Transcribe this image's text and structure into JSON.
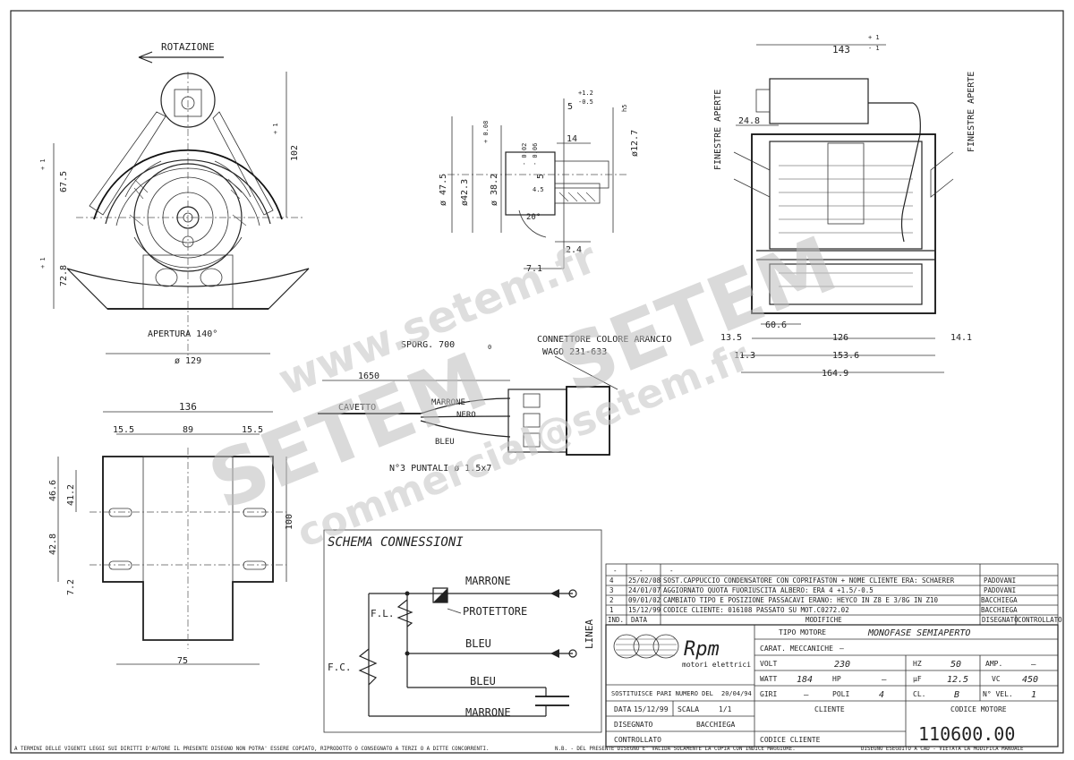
{
  "labels": {
    "rotation": "ROTAZIONE",
    "opening": "APERTURA 140°",
    "windows_open": "FINESTRE APERTE",
    "connector_color": "CONNETTORE COLORE ARANCIO",
    "wago": "WAGO 231-633",
    "protrusion": "SPORG. 700",
    "protrusion_tol": "0",
    "cable": "CAVETTO",
    "cable_len": "1650",
    "tips": "N°3 PUNTALI ø 1.5x7",
    "wire_brown": "MARRONE",
    "wire_black": "NERO",
    "wire_blue": "BLEU"
  },
  "dimensions": {
    "front": {
      "top": "102",
      "upper": "67.5",
      "lower": "72.8",
      "dia": "ø 129",
      "tol_plus": "+ 1",
      "tol_minus": "- 1"
    },
    "shaft": {
      "d475": "ø 47.5",
      "d423": "ø42.3",
      "d382": "ø 38.2",
      "d127": "ø12.7",
      "len5": "5",
      "len5_tol_p": "+1.2",
      "len5_tol_m": "-0.5",
      "len14": "14",
      "len24": "2.4",
      "len71": "7.1",
      "len45": "4.5",
      "angle": "20°",
      "tol_p008": "+ 0.08",
      "tol_0": "0",
      "tol_m002": "- 0.02",
      "tol_m006": "- 0.06",
      "tol_h5": "h5",
      "len5b": "5"
    },
    "side": {
      "overall": "143",
      "d248": "24.8",
      "d60": "60.6",
      "d126": "126",
      "d1536": "153.6",
      "d1649": "164.9",
      "d135": "13.5",
      "d113": "11.3",
      "d141": "14.1",
      "tol_p": "+ 1",
      "tol_m": "- 1"
    },
    "base": {
      "w136": "136",
      "w89": "89",
      "w155a": "15.5",
      "w155b": "15.5",
      "w75": "75",
      "h466": "46.6",
      "h412": "41.2",
      "h428": "42.8",
      "h72": "7.2",
      "h100": "100"
    }
  },
  "schema": {
    "title": "SCHEMA CONNESSIONI",
    "brown1": "MARRONE",
    "protector": "PROTETTORE",
    "blue1": "BLEU",
    "blue2": "BLEU",
    "brown2": "MARRONE",
    "fl": "F.L.",
    "fc": "F.C.",
    "line": "LINEA"
  },
  "revisions": {
    "rows": [
      {
        "ind": "-",
        "date": "-",
        "text": "-",
        "by": ""
      },
      {
        "ind": "4",
        "date": "25/02/08",
        "text": "SOST.CAPPUCCIO CONDENSATORE CON COPRIFASTON + NOME CLIENTE ERA: SCHAERER",
        "by": "PADOVANI"
      },
      {
        "ind": "3",
        "date": "24/01/07",
        "text": "AGGIORNATO QUOTA FUORIUSCITA ALBERO: ERA 4 +1.5/-0.5",
        "by": "PADOVANI"
      },
      {
        "ind": "2",
        "date": "09/01/02",
        "text": "CAMBIATO TIPO E POSIZIONE PASSACAVI ERANO: HEYCO IN Z8 E 3/8G IN Z10",
        "by": "BACCHIEGA"
      },
      {
        "ind": "1",
        "date": "15/12/99",
        "text": "CODICE CLIENTE: 016108 PASSATO SU MOT.C0272.02",
        "by": "BACCHIEGA"
      }
    ],
    "headers": {
      "ind": "IND.",
      "date": "DATA",
      "mods": "MODIFICHE",
      "drawn": "DISEGNATO",
      "checked": "CONTROLLATO"
    }
  },
  "titleblock": {
    "logo_text": "Rpm",
    "logo_sub": "motori elettrici",
    "motor_type_label": "TIPO MOTORE",
    "motor_type": "MONOFASE SEMIAPERTO",
    "mech_label": "CARAT. MECCANICHE",
    "mech_value": "—",
    "volt_label": "VOLT",
    "volt": "230",
    "hz_label": "HZ",
    "hz": "50",
    "amp_label": "AMP.",
    "amp": "—",
    "watt_label": "WATT",
    "watt": "184",
    "hp_label": "HP",
    "hp": "—",
    "uf_label": "μF",
    "uf": "12.5",
    "vc_label": "VC",
    "vc": "450",
    "rpm_label": "GIRI",
    "rpm": "—",
    "poles_label": "POLI",
    "poles": "4",
    "cl_label": "CL.",
    "cl": "B",
    "speeds_label": "N° VEL.",
    "speeds": "1",
    "replaces": "SOSTITUISCE PARI NUMERO DEL",
    "replaces_date": "20/04/94",
    "date_label": "DATA",
    "date": "15/12/99",
    "scale_label": "SCALA",
    "scale": "1/1",
    "drawn_label": "DISEGNATO",
    "drawn": "BACCHIEGA",
    "checked_label": "CONTROLLATO",
    "client_label": "CLIENTE",
    "client_code_label": "CODICE CLIENTE",
    "motor_code_label": "CODICE MOTORE",
    "motor_code": "110600.00"
  },
  "footer": {
    "left": "A TERMINI DELLE VIGENTI LEGGI SUI DIRITTI D'AUTORE IL PRESENTE DISEGNO NON POTRA' ESSERE COPIATO, RIPRODOTTO O CONSEGNATO A TERZI O A DITTE CONCORRENTI.",
    "mid": "N.B. - DEL PRESENTE DISEGNO E' VALIDA SOLAMENTE LA COPIA CON INDICE MAGGIORE.",
    "right": "DISEGNO ESEGUITO A CAD - VIETATA LA MODIFICA MANUALE"
  },
  "watermark": {
    "url": "www.setem.fr",
    "brand1": "SETEM",
    "brand2": "SETEM",
    "email": "commercial@setem.fr"
  }
}
